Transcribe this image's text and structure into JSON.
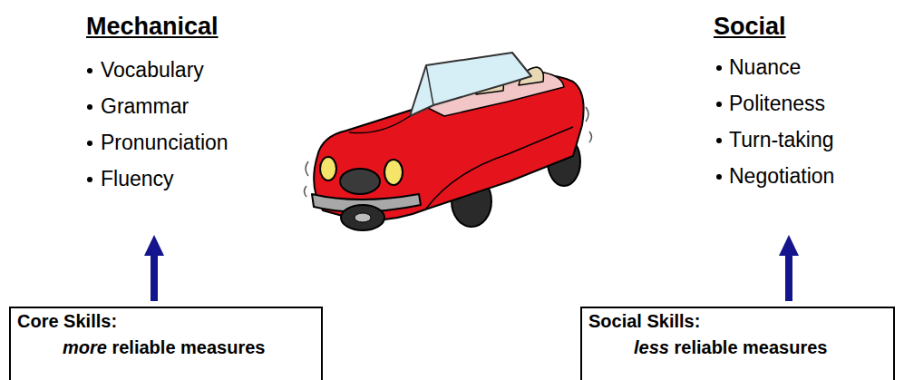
{
  "diagram": {
    "nodes": [
      {
        "text": [
          "Core Skills:",
          "more reliable measures"
        ]
      },
      {
        "text": [
          "Social Skills:",
          "less reliable measures"
        ]
      }
    ],
    "labels": [
      "Mechanical",
      "Vocabulary",
      "Grammar",
      "Pronunciation",
      "Fluency",
      "Social",
      "Nuance",
      "Politeness",
      "Turn-taking",
      "Negotiation"
    ]
  }
}
